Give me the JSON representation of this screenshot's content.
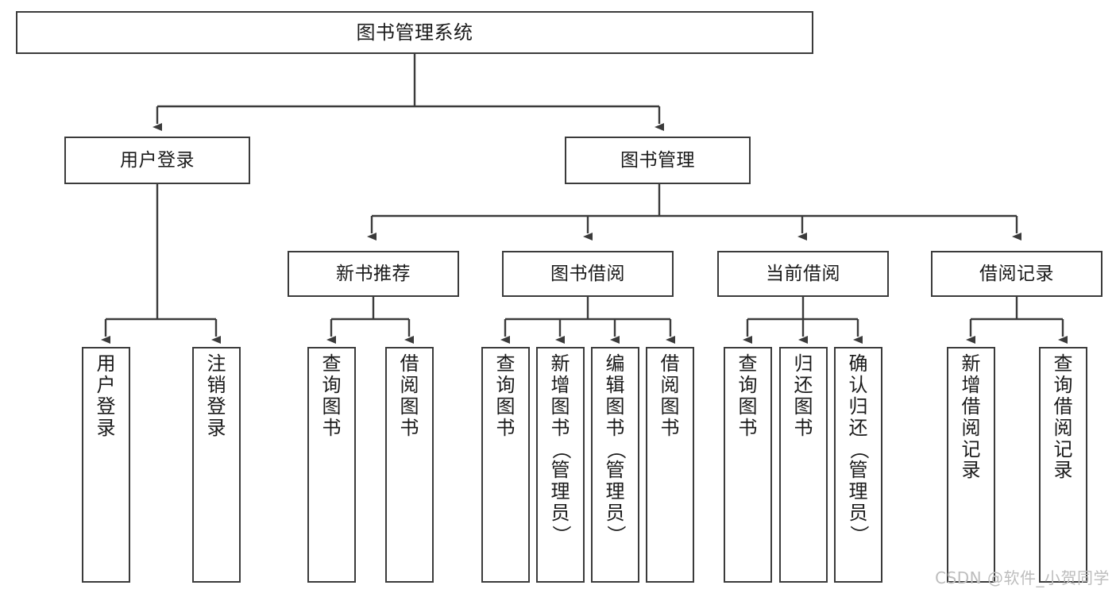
{
  "diagram": {
    "title": "图书管理系统",
    "type": "tree-hierarchy-chart",
    "root": {
      "label": "图书管理系统"
    },
    "level2": [
      {
        "label": "用户登录"
      },
      {
        "label": "图书管理"
      }
    ],
    "level3": [
      {
        "label": "新书推荐"
      },
      {
        "label": "图书借阅"
      },
      {
        "label": "当前借阅"
      },
      {
        "label": "借阅记录"
      }
    ],
    "leaves": {
      "user_login": [
        {
          "label": "用户登录"
        },
        {
          "label": "注销登录"
        }
      ],
      "new_book_recommend": [
        {
          "label": "查询图书"
        },
        {
          "label": "借阅图书"
        }
      ],
      "book_borrow": [
        {
          "label": "查询图书"
        },
        {
          "label": "新增图书（管理员）"
        },
        {
          "label": "编辑图书（管理员）"
        },
        {
          "label": "借阅图书"
        }
      ],
      "current_borrow": [
        {
          "label": "查询图书"
        },
        {
          "label": "归还图书"
        },
        {
          "label": "确认归还（管理员）"
        }
      ],
      "borrow_record": [
        {
          "label": "新增借阅记录"
        },
        {
          "label": "查询借阅记录"
        }
      ]
    }
  },
  "watermark": {
    "text": "CSDN @软件_小贺同学"
  },
  "colors": {
    "stroke": "#3b3b3b",
    "fill": "#ffffff",
    "text": "#1a1a1a",
    "watermark": "#bdbdbd"
  }
}
